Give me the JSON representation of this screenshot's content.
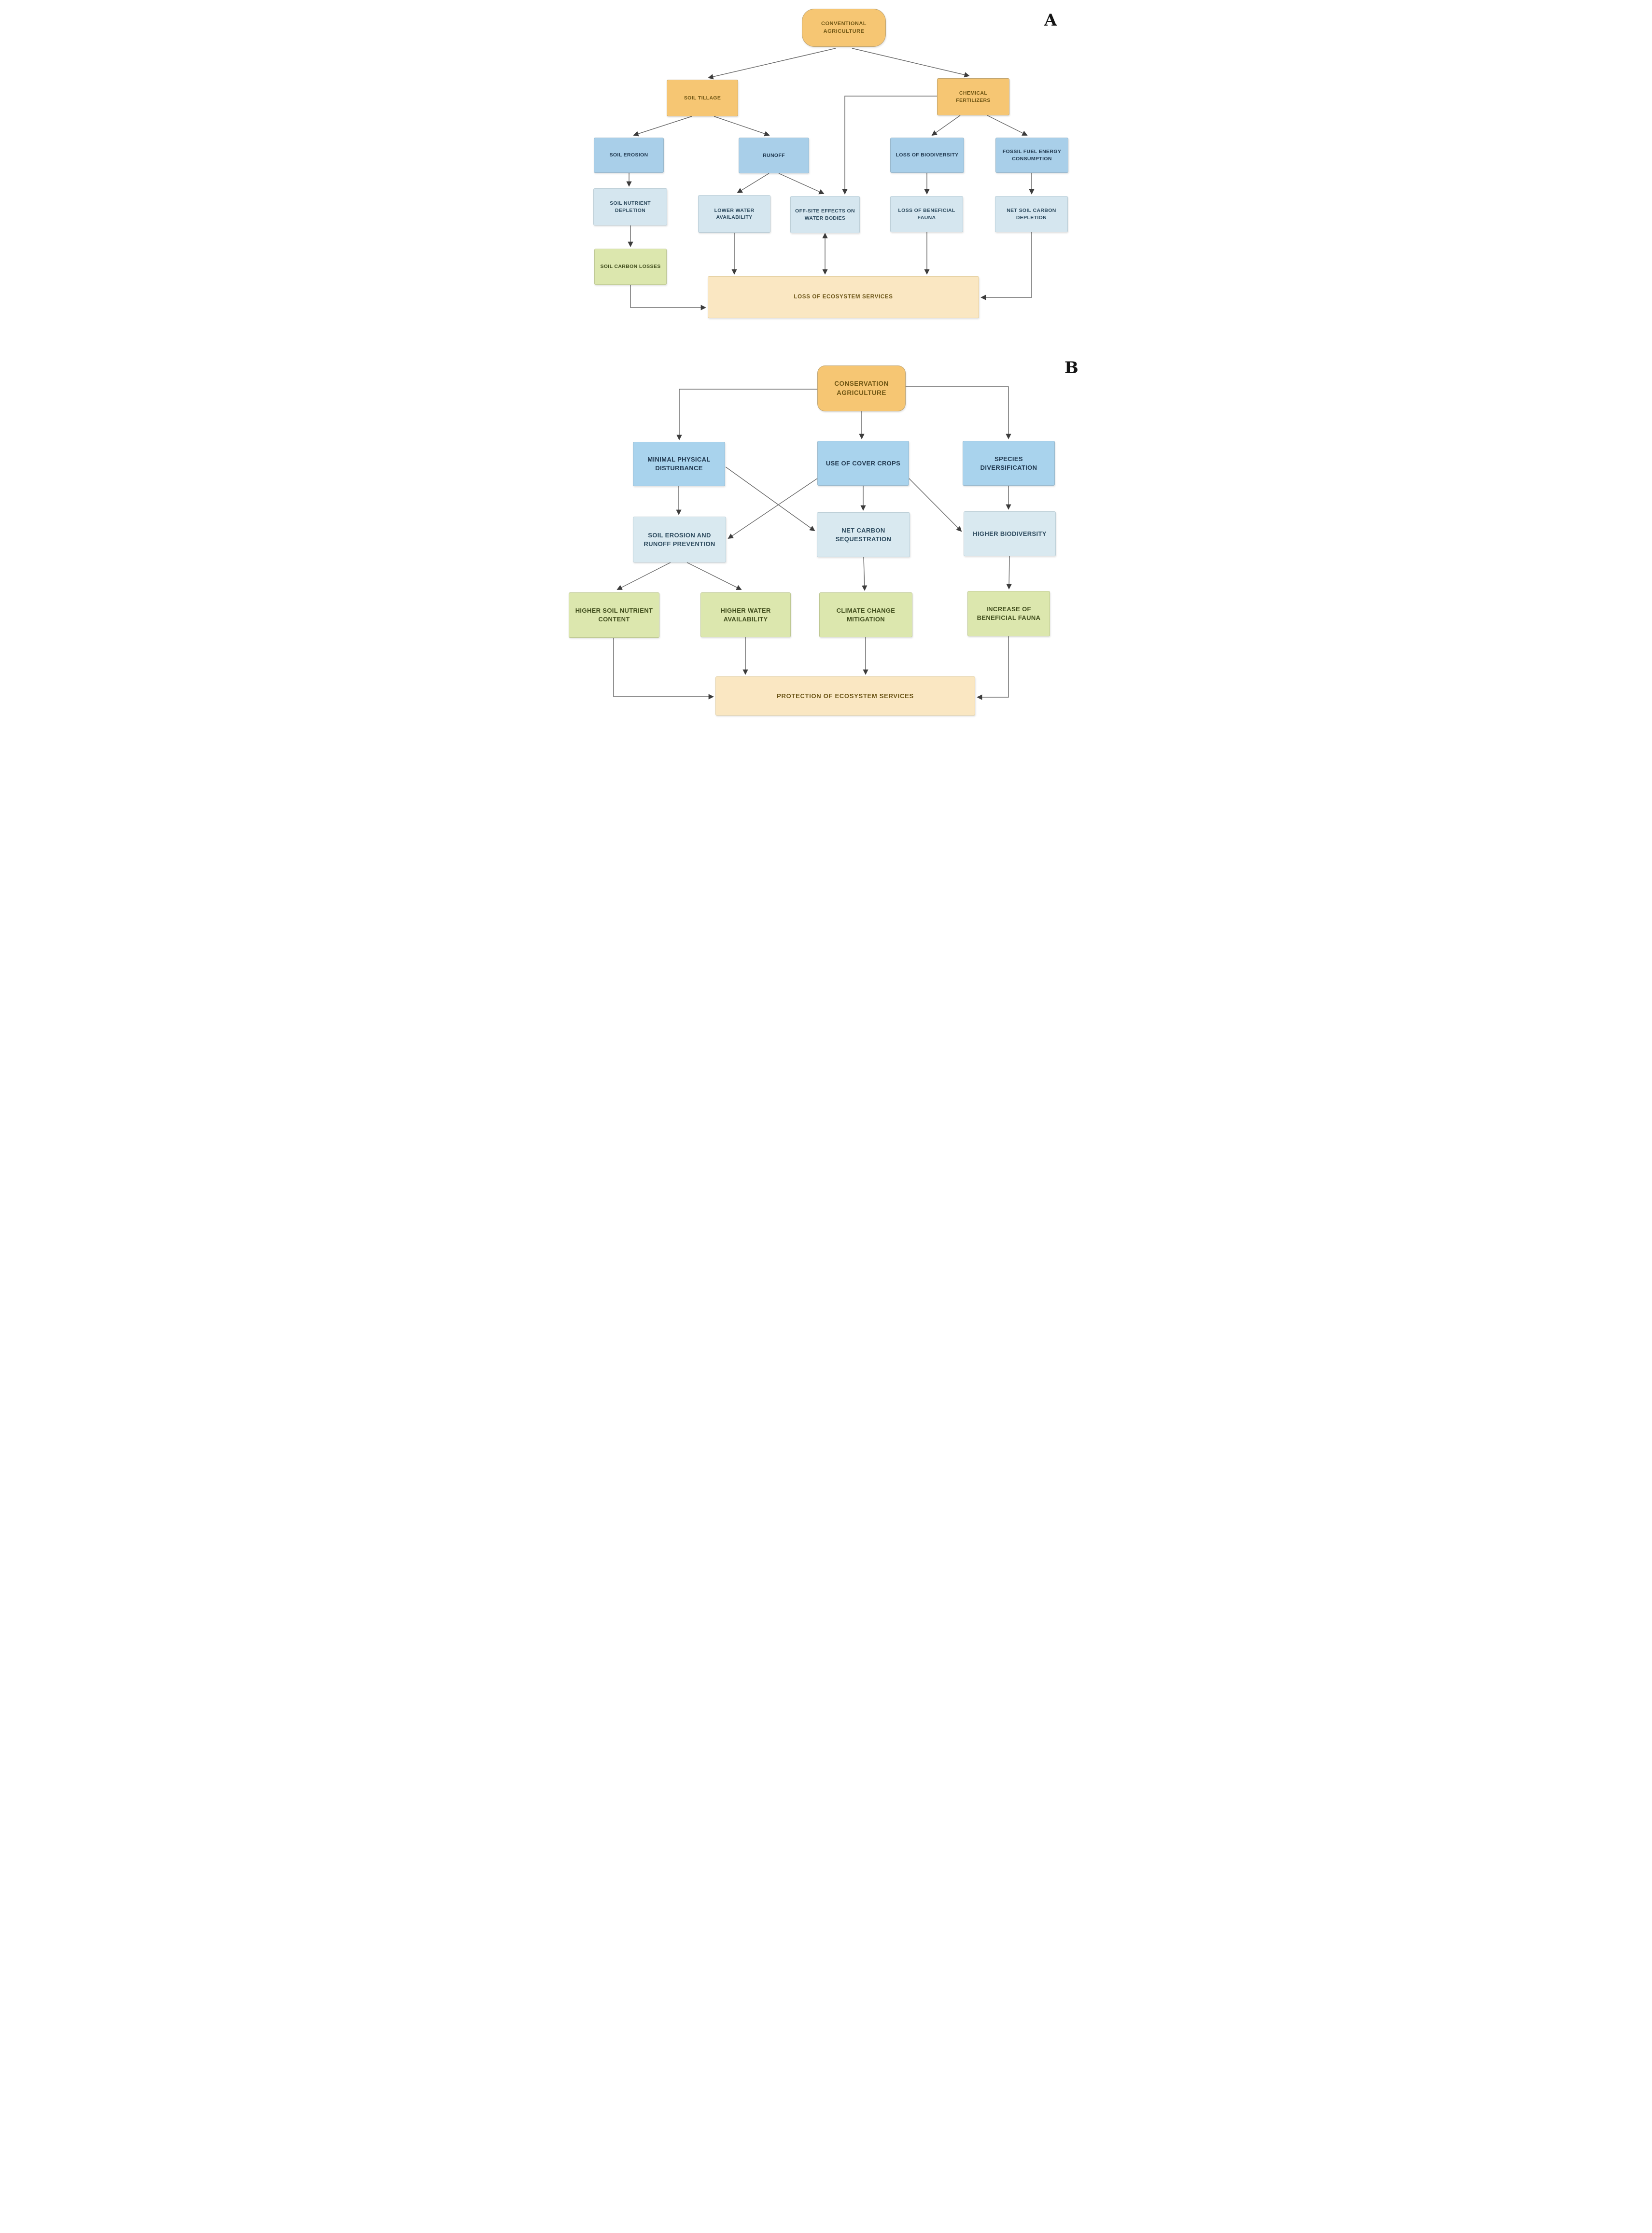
{
  "panelA": {
    "panel_label": "A",
    "nodes": {
      "conventional_agriculture": "CONVENTIONAL AGRICULTURE",
      "soil_tillage": "SOIL TILLAGE",
      "chemical_fertilizers": "CHEMICAL FERTILIZERS",
      "soil_erosion": "SOIL EROSION",
      "runoff": "RUNOFF",
      "loss_of_biodiversity": "LOSS OF BIODIVERSITY",
      "fossil_fuel_energy_consumption": "FOSSIL FUEL ENERGY CONSUMPTION",
      "soil_nutrient_depletion": "SOIL NUTRIENT DEPLETION",
      "lower_water_availability": "LOWER WATER AVAILABILITY",
      "off_site_effects_on_water_bodies": "OFF-SITE EFFECTS ON WATER BODIES",
      "loss_of_beneficial_fauna": "LOSS OF BENEFICIAL FAUNA",
      "net_soil_carbon_depletion": "NET SOIL CARBON DEPLETION",
      "soil_carbon_losses": "SOIL CARBON LOSSES",
      "loss_of_ecosystem_services": "LOSS OF ECOSYSTEM SERVICES"
    },
    "edges": [
      {
        "from": "conventional_agriculture",
        "to": "soil_tillage"
      },
      {
        "from": "conventional_agriculture",
        "to": "chemical_fertilizers"
      },
      {
        "from": "soil_tillage",
        "to": "soil_erosion"
      },
      {
        "from": "soil_tillage",
        "to": "runoff"
      },
      {
        "from": "chemical_fertilizers",
        "to": "loss_of_biodiversity"
      },
      {
        "from": "chemical_fertilizers",
        "to": "fossil_fuel_energy_consumption"
      },
      {
        "from": "chemical_fertilizers",
        "to": "off_site_effects_on_water_bodies"
      },
      {
        "from": "soil_erosion",
        "to": "soil_nutrient_depletion"
      },
      {
        "from": "runoff",
        "to": "lower_water_availability"
      },
      {
        "from": "runoff",
        "to": "off_site_effects_on_water_bodies"
      },
      {
        "from": "soil_nutrient_depletion",
        "to": "soil_carbon_losses"
      },
      {
        "from": "lower_water_availability",
        "to": "loss_of_ecosystem_services"
      },
      {
        "from": "off_site_effects_on_water_bodies",
        "to": "loss_of_ecosystem_services"
      },
      {
        "from": "loss_of_biodiversity",
        "to": "loss_of_beneficial_fauna"
      },
      {
        "from": "loss_of_beneficial_fauna",
        "to": "loss_of_ecosystem_services"
      },
      {
        "from": "fossil_fuel_energy_consumption",
        "to": "net_soil_carbon_depletion"
      },
      {
        "from": "net_soil_carbon_depletion",
        "to": "loss_of_ecosystem_services"
      },
      {
        "from": "soil_carbon_losses",
        "to": "loss_of_ecosystem_services"
      }
    ]
  },
  "panelB": {
    "panel_label": "B",
    "nodes": {
      "conservation_agriculture": "CONSERVATION AGRICULTURE",
      "minimal_physical_disturbance": "MINIMAL PHYSICAL DISTURBANCE",
      "use_of_cover_crops": "USE OF COVER CROPS",
      "species_diversification": "SPECIES DIVERSIFICATION",
      "soil_erosion_and_runoff_prevention": "SOIL EROSION AND RUNOFF PREVENTION",
      "net_carbon_sequestration": "NET CARBON SEQUESTRATION",
      "higher_biodiversity": "HIGHER BIODIVERSITY",
      "higher_soil_nutrient_content": "HIGHER SOIL NUTRIENT CONTENT",
      "higher_water_availability": "HIGHER WATER AVAILABILITY",
      "climate_change_mitigation": "CLIMATE CHANGE MITIGATION",
      "increase_of_beneficial_fauna": "INCREASE OF BENEFICIAL FAUNA",
      "protection_of_ecosystem_services": "PROTECTION OF ECOSYSTEM SERVICES"
    },
    "edges": [
      {
        "from": "conservation_agriculture",
        "to": "minimal_physical_disturbance"
      },
      {
        "from": "conservation_agriculture",
        "to": "use_of_cover_crops"
      },
      {
        "from": "conservation_agriculture",
        "to": "species_diversification"
      },
      {
        "from": "minimal_physical_disturbance",
        "to": "soil_erosion_and_runoff_prevention"
      },
      {
        "from": "minimal_physical_disturbance",
        "to": "net_carbon_sequestration"
      },
      {
        "from": "use_of_cover_crops",
        "to": "net_carbon_sequestration"
      },
      {
        "from": "use_of_cover_crops",
        "to": "soil_erosion_and_runoff_prevention"
      },
      {
        "from": "use_of_cover_crops",
        "to": "higher_biodiversity"
      },
      {
        "from": "species_diversification",
        "to": "higher_biodiversity"
      },
      {
        "from": "soil_erosion_and_runoff_prevention",
        "to": "higher_soil_nutrient_content"
      },
      {
        "from": "soil_erosion_and_runoff_prevention",
        "to": "higher_water_availability"
      },
      {
        "from": "net_carbon_sequestration",
        "to": "climate_change_mitigation"
      },
      {
        "from": "higher_biodiversity",
        "to": "increase_of_beneficial_fauna"
      },
      {
        "from": "higher_soil_nutrient_content",
        "to": "protection_of_ecosystem_services"
      },
      {
        "from": "higher_water_availability",
        "to": "protection_of_ecosystem_services"
      },
      {
        "from": "climate_change_mitigation",
        "to": "protection_of_ecosystem_services"
      },
      {
        "from": "increase_of_beneficial_fauna",
        "to": "protection_of_ecosystem_services"
      }
    ]
  },
  "colors": {
    "orange": "#f6c673",
    "orange_text": "#6e5513",
    "blue": "#a9cfe9",
    "blue_text": "#20384f",
    "light_blue": "#d5e6ef",
    "light_blue_text": "#2c4a5e",
    "blue_b": "#a9d3ed",
    "light_blue_b": "#d9e9f0",
    "green": "#dce7ae",
    "green_text": "#404d1c",
    "cream": "#fae7c2",
    "cream_text": "#6a5415",
    "arrow_line": "#6b6b6b",
    "arrow_head": "#3c3c3c"
  }
}
